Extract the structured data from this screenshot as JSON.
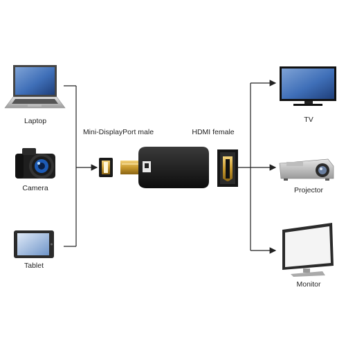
{
  "sources": {
    "laptop": {
      "label": "Laptop",
      "icon": "laptop-icon"
    },
    "camera": {
      "label": "Camera",
      "icon": "camera-icon"
    },
    "tablet": {
      "label": "Tablet",
      "icon": "tablet-icon"
    }
  },
  "adapter": {
    "input_label": "Mini-DisplayPort male",
    "output_label": "HDMI female"
  },
  "outputs": {
    "tv": {
      "label": "TV",
      "icon": "tv-icon"
    },
    "projector": {
      "label": "Projector",
      "icon": "projector-icon"
    },
    "monitor": {
      "label": "Monitor",
      "icon": "monitor-icon"
    }
  }
}
